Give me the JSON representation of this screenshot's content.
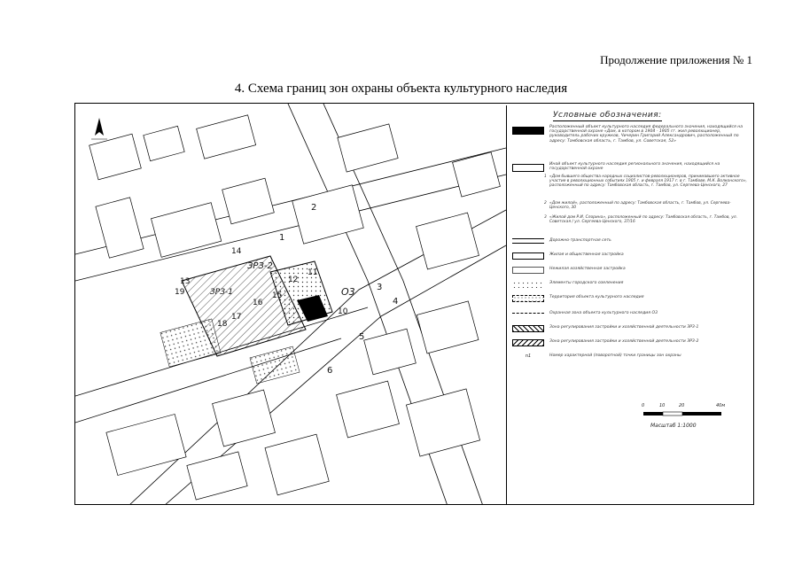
{
  "header": {
    "corner_note": "Продолжение приложения № 1",
    "title": "4. Схема границ зон охраны объекта культурного наследия"
  },
  "map": {
    "labels": [
      {
        "key": "n1",
        "text": "1"
      },
      {
        "key": "n2",
        "text": "2"
      },
      {
        "key": "n3",
        "text": "3"
      },
      {
        "key": "n4",
        "text": "4"
      },
      {
        "key": "n5",
        "text": "5"
      },
      {
        "key": "n6",
        "text": "6"
      },
      {
        "key": "n10",
        "text": "10"
      },
      {
        "key": "n11",
        "text": "11"
      },
      {
        "key": "n12",
        "text": "12"
      },
      {
        "key": "n13",
        "text": "13"
      },
      {
        "key": "n14",
        "text": "14"
      },
      {
        "key": "n15",
        "text": "15"
      },
      {
        "key": "n16",
        "text": "16"
      },
      {
        "key": "n17",
        "text": "17"
      },
      {
        "key": "n18",
        "text": "18"
      },
      {
        "key": "n19",
        "text": "19"
      },
      {
        "key": "o3",
        "text": "О3"
      },
      {
        "key": "zrz2",
        "text": "ЗРЗ-2"
      },
      {
        "key": "zrz1",
        "text": "ЗРЗ-1"
      }
    ]
  },
  "legend": {
    "title": "Условные обозначения:",
    "items": [
      {
        "key": "ok",
        "text": "Расположенный объект культурного наследия федерального значения, находящийся на государственной охране «Дом, в котором в 1904 - 1905 гг. жил революционер, руководитель рабочих кружков, Чичерин Григорий Александрович, расположенный по адресу: Тамбовская область, г. Тамбов, ул. Советская, 52»"
      },
      {
        "key": "other",
        "text": "Иной объект культурного наследия регионального значения, находящийся на государственной охране"
      },
      {
        "key": "roads",
        "text": "Дорожно-транспортная сеть"
      },
      {
        "key": "housing",
        "text": "Жилая и общественная застройка"
      },
      {
        "key": "nonres",
        "text": "Нежилая хозяйственная застройка"
      },
      {
        "key": "green",
        "text": "Элементы городского озеленения"
      },
      {
        "key": "territory",
        "text": "Территория объекта культурного наследия"
      },
      {
        "key": "o3",
        "text": "Охранная зона объекта культурного наследия О3"
      },
      {
        "key": "zrz1",
        "text": "Зона регулирования застройки и хозяйственной деятельности ЗРЗ-1"
      },
      {
        "key": "zrz2",
        "text": "Зона регулирования застройки и хозяйственной деятельности ЗРЗ-2"
      },
      {
        "key": "point",
        "text": "Номер характерной (поворотной) точки границы зон охраны"
      }
    ],
    "subitems": [
      {
        "num": "1",
        "text": "«Дом бывшего общества народных социалистов-революционеров, принимавшего активное участие в революционных событиях 1905 г. и февраля 1917 г. в г. Тамбове, М.К. Волконского», расположенный по адресу: Тамбовская область, г. Тамбов, ул. Сергеева-Ценского, 27"
      },
      {
        "num": "2",
        "text": "«Дом жилой», расположенный по адресу: Тамбовская область, г. Тамбов, ул. Сергеева-Ценского, 30"
      },
      {
        "num": "3",
        "text": "«Жилой дом Р.И. Слорина», расположенный по адресу: Тамбовская область, г. Тамбов, ул. Советская / ул. Сергеева-Ценского, 37/16"
      }
    ],
    "point_symbol": "n1",
    "scale": {
      "ticks": [
        "0",
        "10",
        "20",
        "40м"
      ],
      "label": "Масштаб 1:1000"
    }
  }
}
